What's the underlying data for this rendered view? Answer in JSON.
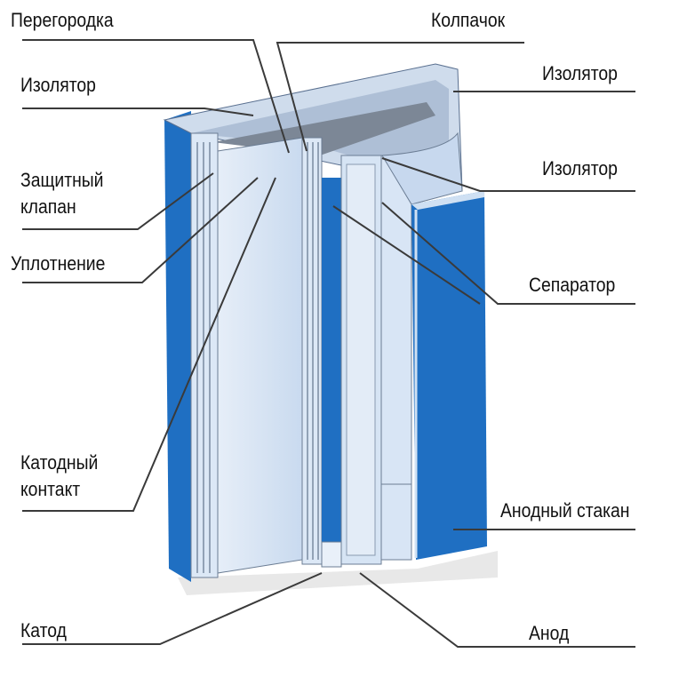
{
  "title": "Battery cell cross-section diagram",
  "colors": {
    "shell_blue": "#1f6fc2",
    "panel_light": "#dce8f6",
    "panel_mid": "#c3d7ee",
    "leader": "#3a3a3a",
    "text": "#111111"
  },
  "labels": {
    "partition": "Перегородка",
    "cap": "Колпачок",
    "insulator_top_left": "Изолятор",
    "insulator_top_right": "Изолятор",
    "insulator_right": "Изолятор",
    "safety_valve_1": "Защитный",
    "safety_valve_2": "клапан",
    "seal": "Уплотнение",
    "separator": "Сепаратор",
    "cathode_contact_1": "Катодный",
    "cathode_contact_2": "контакт",
    "anode_can": "Анодный стакан",
    "cathode": "Катод",
    "anode": "Анод"
  }
}
